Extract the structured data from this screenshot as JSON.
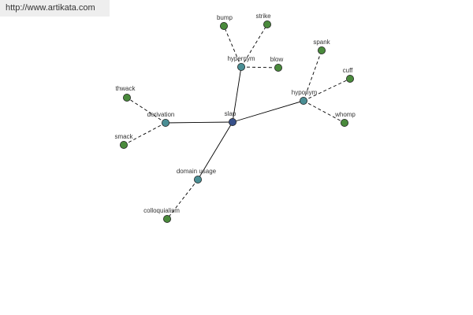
{
  "header": {
    "url": "http://www.artikata.com"
  },
  "colors": {
    "center_node": "#37508a",
    "relation_node": "#4a8e94",
    "word_node": "#4a8a3c",
    "node_outline": "#222222",
    "edge": "#000000"
  },
  "graph": {
    "center": {
      "id": "slap",
      "label": "slap"
    },
    "relations": [
      {
        "id": "hypernym",
        "label": "hypernym",
        "words": [
          {
            "id": "bump",
            "label": "bump"
          },
          {
            "id": "strike",
            "label": "strike"
          },
          {
            "id": "blow",
            "label": "blow"
          }
        ]
      },
      {
        "id": "hyponym",
        "label": "hyponym",
        "words": [
          {
            "id": "spank",
            "label": "spank"
          },
          {
            "id": "cuff",
            "label": "cuff"
          },
          {
            "id": "whomp",
            "label": "whomp"
          }
        ]
      },
      {
        "id": "derivation",
        "label": "derivation",
        "words": [
          {
            "id": "thwack",
            "label": "thwack"
          },
          {
            "id": "smack",
            "label": "smack"
          }
        ]
      },
      {
        "id": "domain-usage",
        "label": "domain usage",
        "words": [
          {
            "id": "colloquialism",
            "label": "colloquialism"
          }
        ]
      }
    ]
  }
}
